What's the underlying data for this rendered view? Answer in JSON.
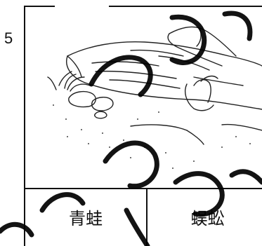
{
  "question_number": "5",
  "answer_options": [
    "青蛙",
    "蜈蚣"
  ]
}
